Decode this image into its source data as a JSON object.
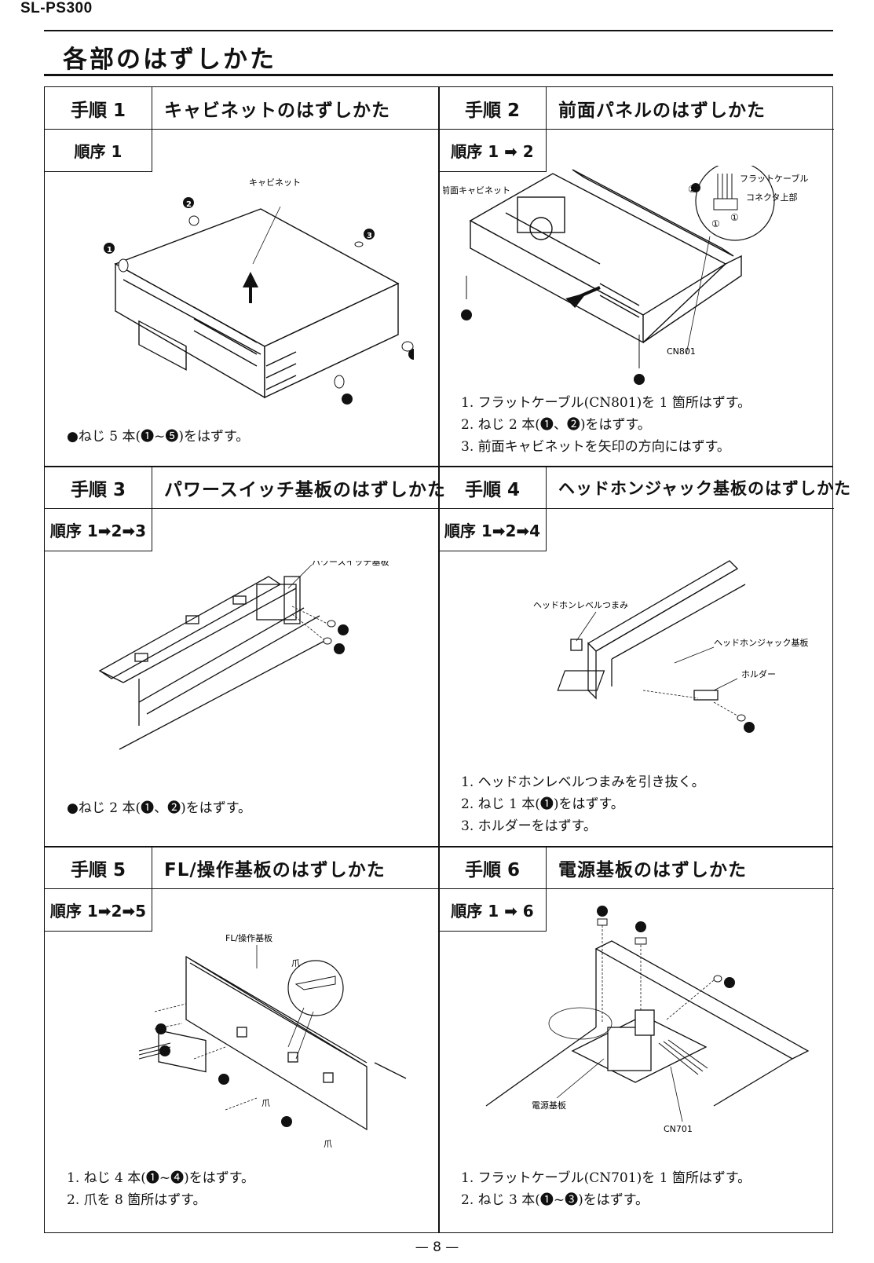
{
  "model": "SL-PS300",
  "page_title": "各部のはずしかた",
  "page_number": "— 8 —",
  "sections": [
    {
      "proc": "手順 1",
      "title": "キャビネットのはずしかた",
      "seq": "順序 1",
      "labels": {
        "part": "キャビネット"
      },
      "note": "●ねじ 5 本(❶~❺)をはずす。",
      "steps": []
    },
    {
      "proc": "手順 2",
      "title": "前面パネルのはずしかた",
      "seq": "順序 1 ➡ 2",
      "labels": {
        "front_cabinet": "前面キャビネット",
        "flat_cable": "フラットケーブル",
        "connector_top": "コネクタ上部",
        "cn": "CN801"
      },
      "note": "",
      "steps": [
        "1. フラットケーブル(CN801)を 1 箇所はずす。",
        "2. ねじ 2 本(❶、❷)をはずす。",
        "3. 前面キャビネットを矢印の方向にはずす。"
      ]
    },
    {
      "proc": "手順 3",
      "title": "パワースイッチ基板のはずしかた",
      "seq": "順序 1➡2➡3",
      "labels": {
        "board": "パワースイッチ基板"
      },
      "note": "●ねじ 2 本(❶、❷)をはずす。",
      "steps": []
    },
    {
      "proc": "手順 4",
      "title": "ヘッドホンジャック基板のはずしかた",
      "seq": "順序 1➡2➡4",
      "labels": {
        "knob": "ヘッドホンレベルつまみ",
        "board": "ヘッドホンジャック基板",
        "holder": "ホルダー"
      },
      "note": "",
      "steps": [
        "1. ヘッドホンレベルつまみを引き抜く。",
        "2. ねじ 1 本(❶)をはずす。",
        "3. ホルダーをはずす。"
      ]
    },
    {
      "proc": "手順 5",
      "title": "FL/操作基板のはずしかた",
      "seq": "順序 1➡2➡5",
      "labels": {
        "board": "FL/操作基板",
        "claw": "爪"
      },
      "note": "",
      "steps": [
        "1. ねじ 4 本(❶~❹)をはずす。",
        "2. 爪を 8 箇所はずす。"
      ]
    },
    {
      "proc": "手順 6",
      "title": "電源基板のはずしかた",
      "seq": "順序 1 ➡ 6",
      "labels": {
        "board": "電源基板",
        "cn": "CN701"
      },
      "note": "",
      "steps": [
        "1. フラットケーブル(CN701)を 1 箇所はずす。",
        "2. ねじ 3 本(❶~❸)をはずす。"
      ]
    }
  ],
  "callouts": [
    "❶",
    "❷",
    "❸",
    "❹",
    "❺",
    "①",
    "②"
  ]
}
